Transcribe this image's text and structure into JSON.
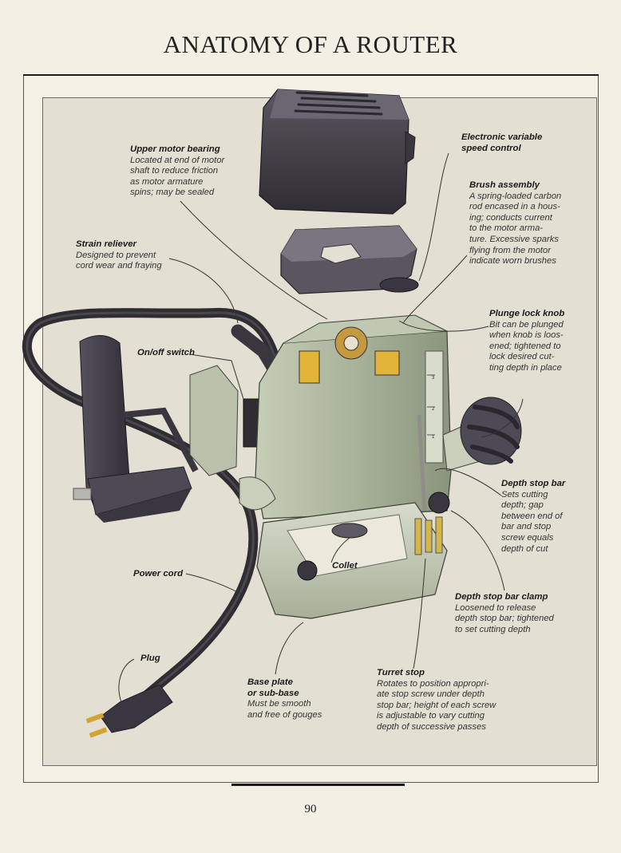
{
  "page": {
    "title": "ANATOMY OF A ROUTER",
    "number": "90"
  },
  "callouts": {
    "upper_motor_bearing": {
      "label": "Upper motor bearing",
      "desc": "Located at end of motor\nshaft to reduce friction\nas motor armature\nspins; may be sealed"
    },
    "electronic_speed": {
      "label": "Electronic variable\nspeed control",
      "desc": ""
    },
    "brush_assembly": {
      "label": "Brush assembly",
      "desc": "A spring-loaded carbon\nrod encased in a hous-\ning; conducts current\nto the motor arma-\nture. Excessive sparks\nflying from the motor\nindicate worn brushes"
    },
    "strain_reliever": {
      "label": "Strain reliever",
      "desc": "Designed to prevent\ncord wear and fraying"
    },
    "on_off_switch": {
      "label": "On/off switch",
      "desc": ""
    },
    "plunge_lock_knob": {
      "label": "Plunge lock knob",
      "desc": "Bit can be plunged\nwhen knob is loos-\nened; tightened to\nlock desired cut-\nting depth in place"
    },
    "depth_stop_bar": {
      "label": "Depth stop bar",
      "desc": "Sets cutting\ndepth; gap\nbetween end of\nbar and stop\nscrew equals\ndepth of cut"
    },
    "power_cord": {
      "label": "Power cord",
      "desc": ""
    },
    "collet": {
      "label": "Collet",
      "desc": ""
    },
    "depth_stop_bar_clamp": {
      "label": "Depth stop bar clamp",
      "desc": "Loosened to release\ndepth stop bar; tightened\nto set cutting depth"
    },
    "plug": {
      "label": "Plug",
      "desc": ""
    },
    "base_plate": {
      "label": "Base plate\nor sub-base",
      "desc": "Must be smooth\nand free of gouges"
    },
    "turret_stop": {
      "label": "Turret stop",
      "desc": "Rotates to position appropri-\nate stop screw under depth\nstop bar; height of each screw\nis adjustable to vary cutting\ndepth of successive passes"
    }
  },
  "scale_marks": [
    "1",
    "2",
    "3"
  ],
  "colors": {
    "router_body": "#a9b39a",
    "motor_cap": "#3d3a40",
    "cord": "#2f2d31",
    "handle": "#3e3a44",
    "background_panel": "#e4dfd3"
  }
}
